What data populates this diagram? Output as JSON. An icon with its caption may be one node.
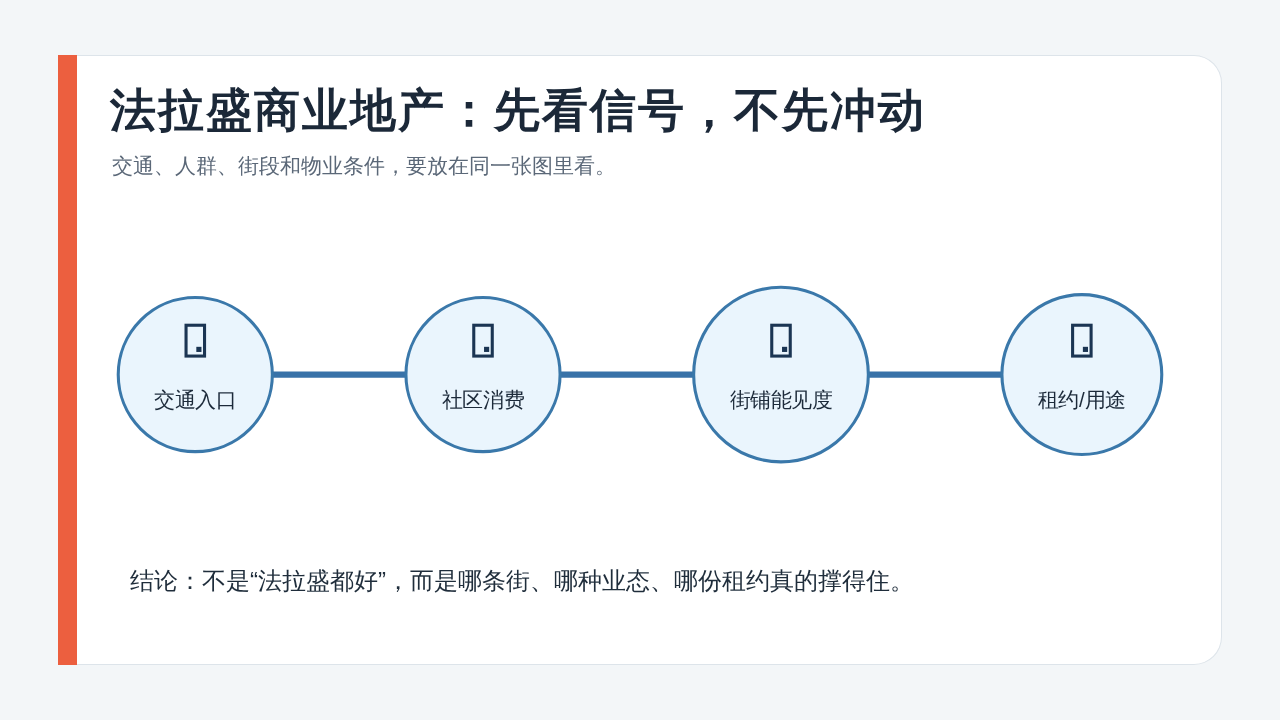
{
  "diagram": {
    "title": "法拉盛商业地产：先看信号，不先冲动",
    "nodes": [
      {
        "text": [
          "交通入口"
        ]
      },
      {
        "text": [
          "社区消费"
        ]
      },
      {
        "text": [
          "街铺能见度"
        ]
      },
      {
        "text": [
          "租约/用途"
        ]
      }
    ],
    "edges": [
      {
        "from": 0,
        "to": 1,
        "arrow": "none"
      },
      {
        "from": 1,
        "to": 2,
        "arrow": "none"
      },
      {
        "from": 2,
        "to": 3,
        "arrow": "none"
      }
    ],
    "labels": [
      "交通、人群、街段和物业条件，要放在同一张图里看。",
      "结论：不是“法拉盛都好”，而是哪条街、哪种业态、哪份租约真的撑得住。"
    ]
  }
}
